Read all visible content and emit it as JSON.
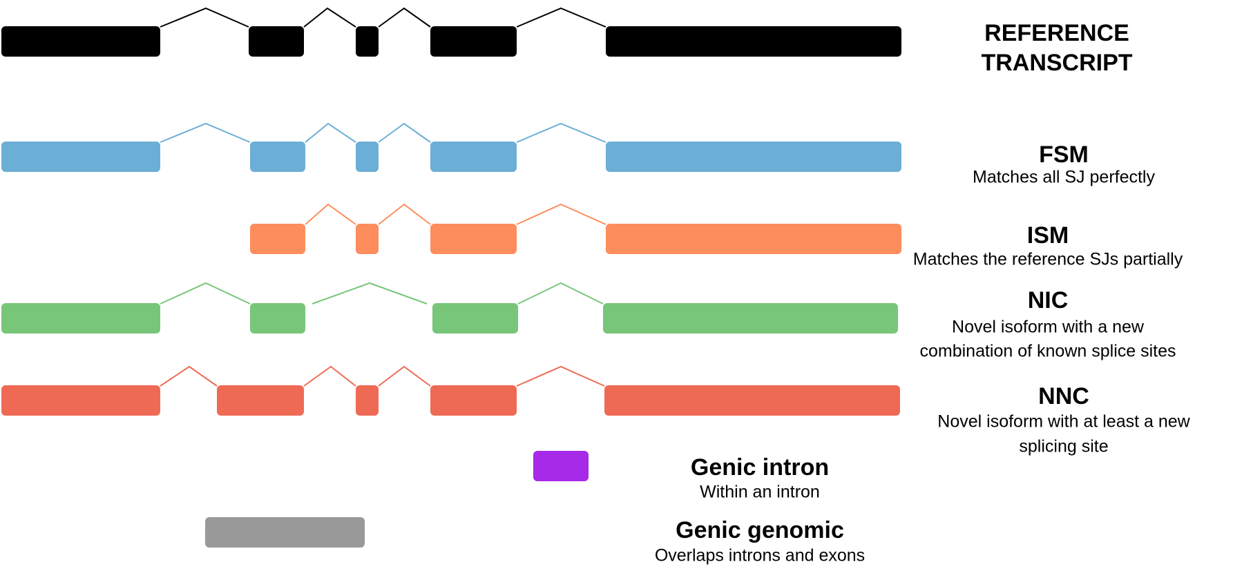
{
  "colors": {
    "reference": "#000000",
    "fsm": "#6baed6",
    "ism": "#fd8d5c",
    "nic": "#78c679",
    "nnc": "#ef6a55",
    "genic_intron": "#a62ae8",
    "genic_genomic": "#999999"
  },
  "transcripts": [
    {
      "id": "reference",
      "color_key": "reference",
      "title_lines": [
        "REFERENCE",
        "TRANSCRIPT"
      ],
      "desc_lines": []
    },
    {
      "id": "fsm",
      "color_key": "fsm",
      "title_lines": [
        "FSM"
      ],
      "desc_lines": [
        "Matches all SJ perfectly"
      ]
    },
    {
      "id": "ism",
      "color_key": "ism",
      "title_lines": [
        "ISM"
      ],
      "desc_lines": [
        "Matches the reference SJs partially"
      ]
    },
    {
      "id": "nic",
      "color_key": "nic",
      "title_lines": [
        "NIC"
      ],
      "desc_lines": [
        "Novel isoform with a new",
        "combination of known splice sites"
      ]
    },
    {
      "id": "nnc",
      "color_key": "nnc",
      "title_lines": [
        "NNC"
      ],
      "desc_lines": [
        "Novel isoform with at least a new",
        "splicing site"
      ]
    },
    {
      "id": "genic-intron",
      "color_key": "genic_intron",
      "title_lines": [
        "Genic intron"
      ],
      "desc_lines": [
        "Within an intron"
      ]
    },
    {
      "id": "genic-genomic",
      "color_key": "genic_genomic",
      "title_lines": [
        "Genic genomic"
      ],
      "desc_lines": [
        "Overlaps introns and exons"
      ]
    }
  ]
}
